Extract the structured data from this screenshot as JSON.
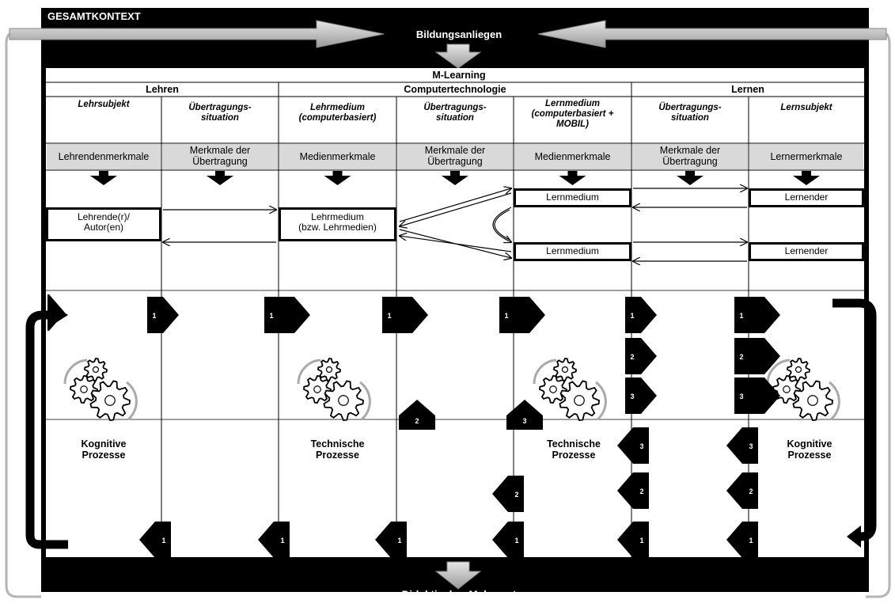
{
  "context_label": "GESAMTKONTEXT",
  "top_label": "Bildungsanliegen",
  "bottom_label": "Didaktischer Mehrwert",
  "main_title": "M-Learning",
  "groups": [
    "Lehren",
    "Computertechnologie",
    "Lernen"
  ],
  "columns": [
    {
      "header": "Lehrsubjekt",
      "features": "Lehrendenmerkmale"
    },
    {
      "header": "Übertragungs-\nsituation",
      "features": "Merkmale der\nÜbertragung"
    },
    {
      "header": "Lehrmedium\n(computerbasiert)",
      "features": "Medienmerkmale"
    },
    {
      "header": "Übertragungs-\nsituation",
      "features": "Merkmale der\nÜbertragung"
    },
    {
      "header": "Lernmedium\n(computerbasiert +\nMOBIL)",
      "features": "Medienmerkmale"
    },
    {
      "header": "Übertragungs-\nsituation",
      "features": "Merkmale der\nÜbertragung"
    },
    {
      "header": "Lernsubjekt",
      "features": "Lernermerkmale"
    }
  ],
  "nodes": {
    "teacher": "Lehrende(r)/\nAutor(en)",
    "teach_medium": "Lehrmedium\n(bzw. Lehrmedien)",
    "learn_medium_1": "Lernmedium",
    "learn_medium_2": "Lernmedium",
    "learner_1": "Lernender",
    "learner_2": "Lernender"
  },
  "processes": {
    "teacher": "Kognitive\nProzesse",
    "teach_medium": "Technische\nProzesse",
    "learn_medium": "Technische\nProzesse",
    "learner": "Kognitive\nProzesse"
  },
  "step_numbers": {
    "right_row1": [
      "1",
      "1",
      "1",
      "1"
    ],
    "right_learner": [
      "1",
      "2",
      "3"
    ],
    "left_learnmedium": [
      "3",
      "2",
      "1"
    ],
    "left_learner": [
      "3",
      "2",
      "1"
    ],
    "bottom_left": [
      "1",
      "1",
      "1"
    ],
    "up_arrows": [
      "2",
      "3"
    ],
    "col4_left": [
      "2",
      "1"
    ]
  },
  "colors": {
    "frame": "#000000",
    "feature_bg": "#d9d9d9",
    "arrow_outline": "#aaaaaa",
    "arc": "#aaaaaa"
  }
}
